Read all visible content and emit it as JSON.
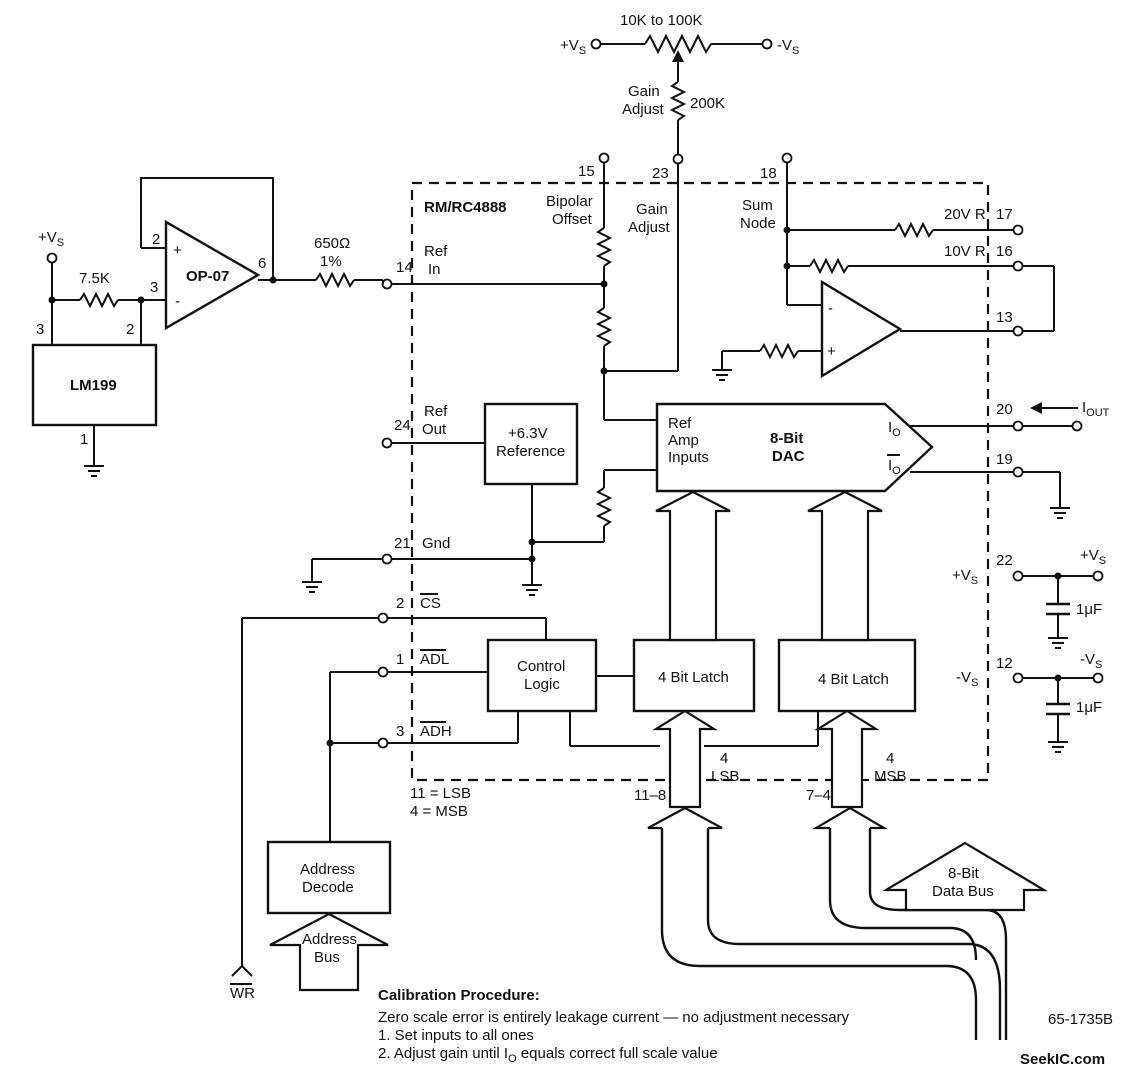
{
  "labels": {
    "pot_value": "10K to 100K",
    "vs_pos": "+V",
    "vs_neg": "-V",
    "sub_s": "S",
    "gain_adjust_pot": "Gain\nAdjust",
    "r_200k": "200K",
    "pin15": "15",
    "pin23": "23",
    "pin18": "18",
    "pin17": "17",
    "pin16": "16",
    "pin14": "14",
    "pin13": "13",
    "pin24": "24",
    "pin20": "20",
    "pin19": "19",
    "pin21": "21",
    "pin22": "22",
    "pin12": "12",
    "pin2cs": "2",
    "pin1adl": "1",
    "pin3adh": "3",
    "chip_name": "RM/RC4888",
    "bipolar_offset": "Bipolar\nOffset",
    "gain_adjust_pin": "Gain\nAdjust",
    "sum_node": "Sum\nNode",
    "r20v": "20V R",
    "r10v": "10V R",
    "ref_in": "Ref\nIn",
    "ref_out": "Ref\nOut",
    "gnd": "Gnd",
    "cs": "CS",
    "adl": "ADL",
    "adh": "ADH",
    "reference_box": "+6.3V\nReference",
    "ref_amp_inputs": "Ref\nAmp\nInputs",
    "dac_label": "8-Bit\nDAC",
    "io": "I",
    "io_sub": "O",
    "iout": "I",
    "iout_sub": "OUT",
    "control_logic": "Control\nLogic",
    "latch_lsb": "4 Bit Latch",
    "latch_msb": "4 Bit Latch",
    "lsb_count": "4\nLSB",
    "msb_count": "4\nMSB",
    "bits_lsb": "11–8",
    "bits_msb": "7–4",
    "bit_legend": "11 = LSB\n4 = MSB",
    "address_decode": "Address\nDecode",
    "address_bus": "Address\nBus",
    "data_bus": "8-Bit\nData Bus",
    "wr": "WR",
    "cap1": "1μF",
    "cap2": "1μF",
    "vs_pos_22": "+V",
    "vs_pos_22r": "+V",
    "vs_neg_12": "-V",
    "vs_neg_12r": "-V",
    "plus_vs_left": "+V",
    "r_7k5": "7.5K",
    "pin3_lm": "3",
    "pin2_lm": "2",
    "pin1_lm": "1",
    "pin2_op": "2",
    "pin3_op": "3",
    "pin6_op": "6",
    "opamp_name": "OP-07",
    "lm199": "LM199",
    "r_650": "650Ω",
    "r_650_tol": "1%",
    "figure_code": "65-1735B"
  },
  "calibration": {
    "title": "Calibration Procedure:",
    "line1": "Zero scale error is entirely leakage current — no adjustment necessary",
    "step1": "1.  Set inputs to all ones",
    "step2a": "2.  Adjust gain until I",
    "step2sub": "O",
    "step2b": " equals correct full scale value"
  },
  "watermark": "SeekIC.com"
}
